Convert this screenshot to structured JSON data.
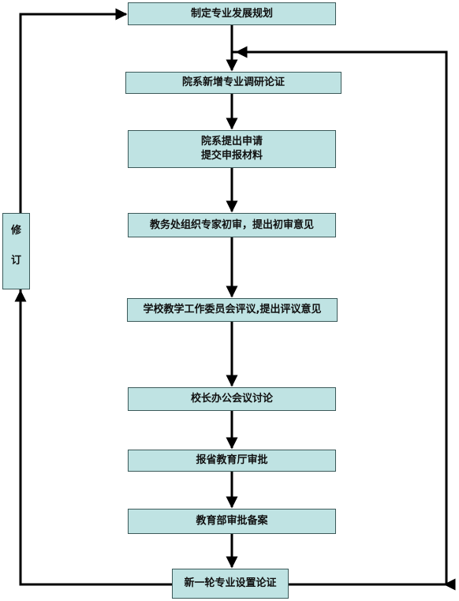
{
  "nodes": {
    "n1": "制定专业发展规划",
    "n2": "院系新增专业调研论证",
    "n3": [
      "院系提出申请",
      "提交申报材料"
    ],
    "n4": "教务处组织专家初审，提出初审意见",
    "n5": "学校教学工作委员会评议,提出评议意见",
    "n6": "校长办公会议讨论",
    "n7": "报省教育厅审批",
    "n8": "教育部审批备案",
    "n9": "新一轮专业设置论证"
  },
  "side_box": [
    "修",
    "订"
  ],
  "colors": {
    "box_fill": "#bfe3e3",
    "box_border": "#3c5a5a",
    "line": "#000000"
  }
}
